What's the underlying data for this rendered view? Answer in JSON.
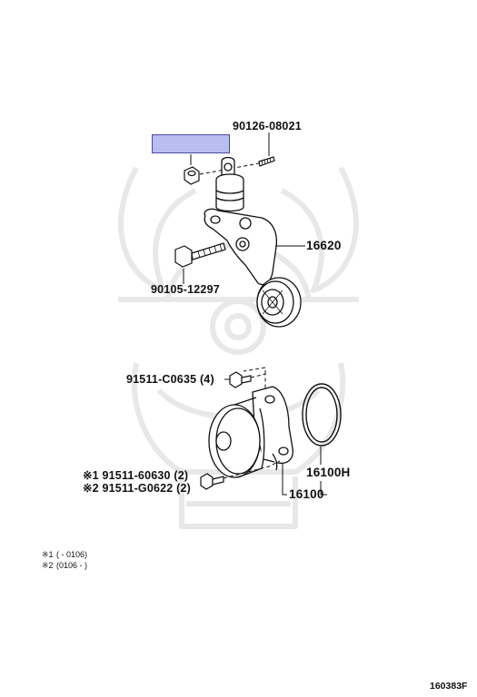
{
  "part_labels": {
    "p90126": "90126-08021",
    "p16620": "16620",
    "p90105": "90105-12297",
    "p91511c": "91511-C0635 (4)",
    "p16100h": "16100H",
    "p16100": "16100",
    "p91511_1": "※1 91511-60630 (2)",
    "p91511_2": "※2 91511-G0622 (2)"
  },
  "notes": {
    "n1_mark": "※1",
    "n1_range": "(       - 0106)",
    "n2_mark": "※2",
    "n2_range": "(0106 -        )"
  },
  "diagram_code": "160383F",
  "colors": {
    "highlight": "#b9bef0",
    "line": "#111111",
    "watermark": "#e6e6e6"
  }
}
